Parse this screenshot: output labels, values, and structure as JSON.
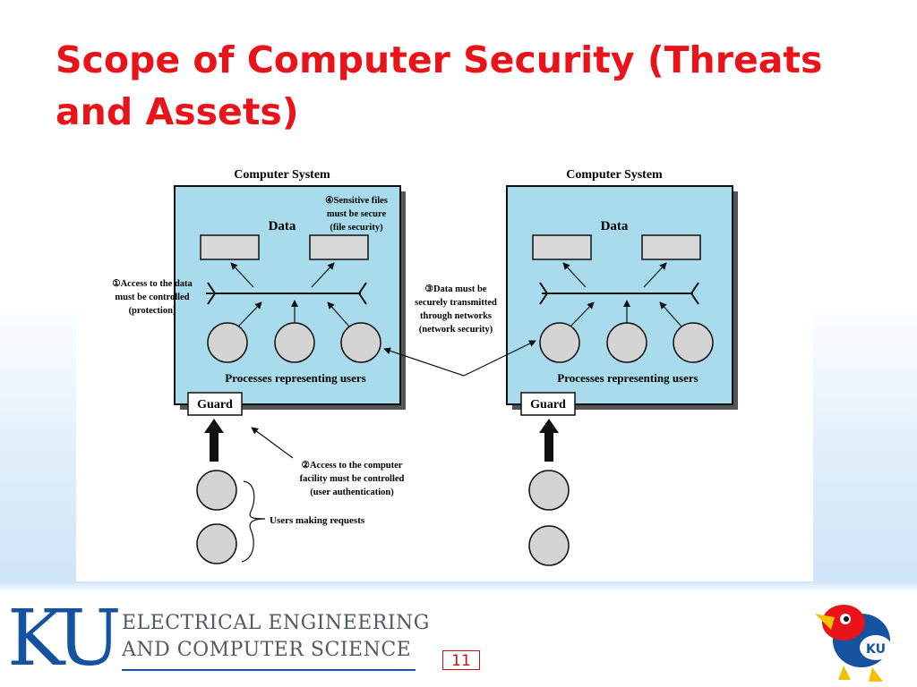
{
  "slide": {
    "title": "Scope of Computer Security (Threats and Assets)",
    "page_number": "11"
  },
  "footer": {
    "logo_text": "KU",
    "dept_line1": "ELECTRICAL ENGINEERING",
    "dept_line2": "AND COMPUTER SCIENCE"
  },
  "diagram": {
    "system_title": "Computer System",
    "data_label": "Data",
    "processes_label": "Processes representing users",
    "guard_label": "Guard",
    "users_label": "Users making requests",
    "note1": [
      "①Access to the data",
      "must be controlled",
      "(protection)"
    ],
    "note2": [
      "②Access to the computer",
      "facility must be controlled",
      "(user authentication)"
    ],
    "note3": [
      "③Data must be",
      "securely transmitted",
      "through networks",
      "(network security)"
    ],
    "note4": [
      "④Sensitive files",
      "must be secure",
      "(file security)"
    ]
  },
  "colors": {
    "title": "#e8141a",
    "system_fill": "#a8dcec",
    "circle_fill": "#d4d4d4",
    "brand_blue": "#1552a0"
  },
  "icons": {
    "mascot": "jayhawk-icon",
    "arrow": "arrow-up-icon"
  }
}
